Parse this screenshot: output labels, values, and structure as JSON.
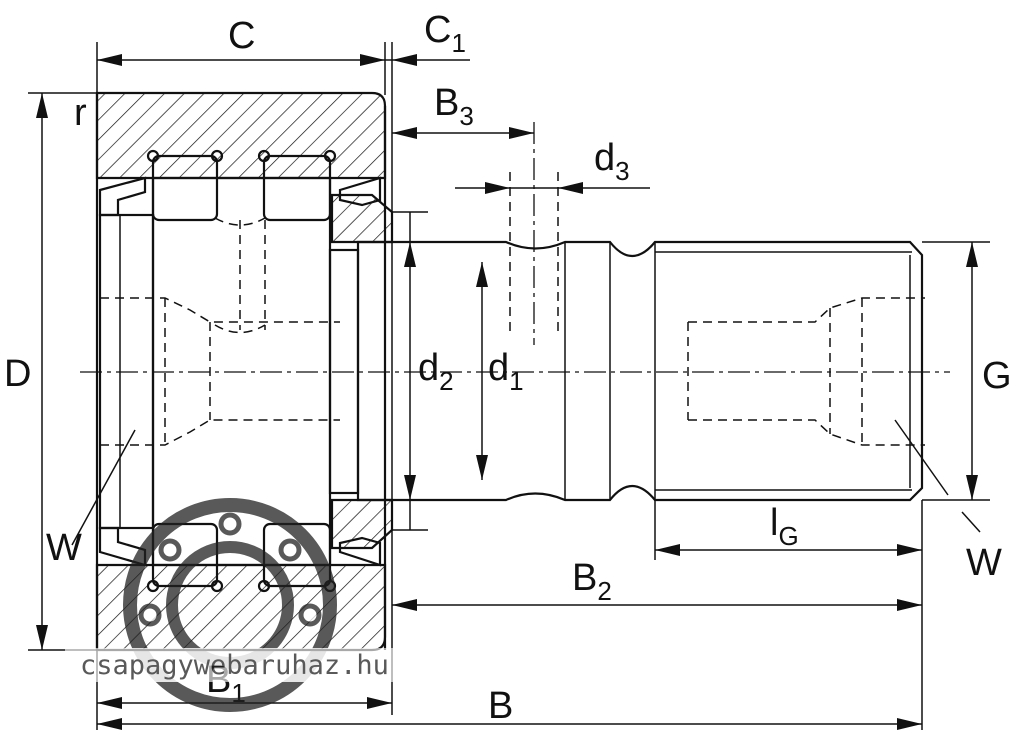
{
  "labels": {
    "C": "C",
    "C1": "C",
    "C1_sub": "1",
    "r": "r",
    "B3": "B",
    "B3_sub": "3",
    "d3": "d",
    "d3_sub": "3",
    "D": "D",
    "d2": "d",
    "d2_sub": "2",
    "d1": "d",
    "d1_sub": "1",
    "G": "G",
    "W_left": "W",
    "W_right": "W",
    "lG": "l",
    "lG_sub": "G",
    "B2": "B",
    "B2_sub": "2",
    "B1": "B",
    "B1_sub": "1",
    "B": "B"
  },
  "watermark": {
    "text": "csapagywebaruhaz.hu",
    "icon": "bearing-logo-icon"
  }
}
